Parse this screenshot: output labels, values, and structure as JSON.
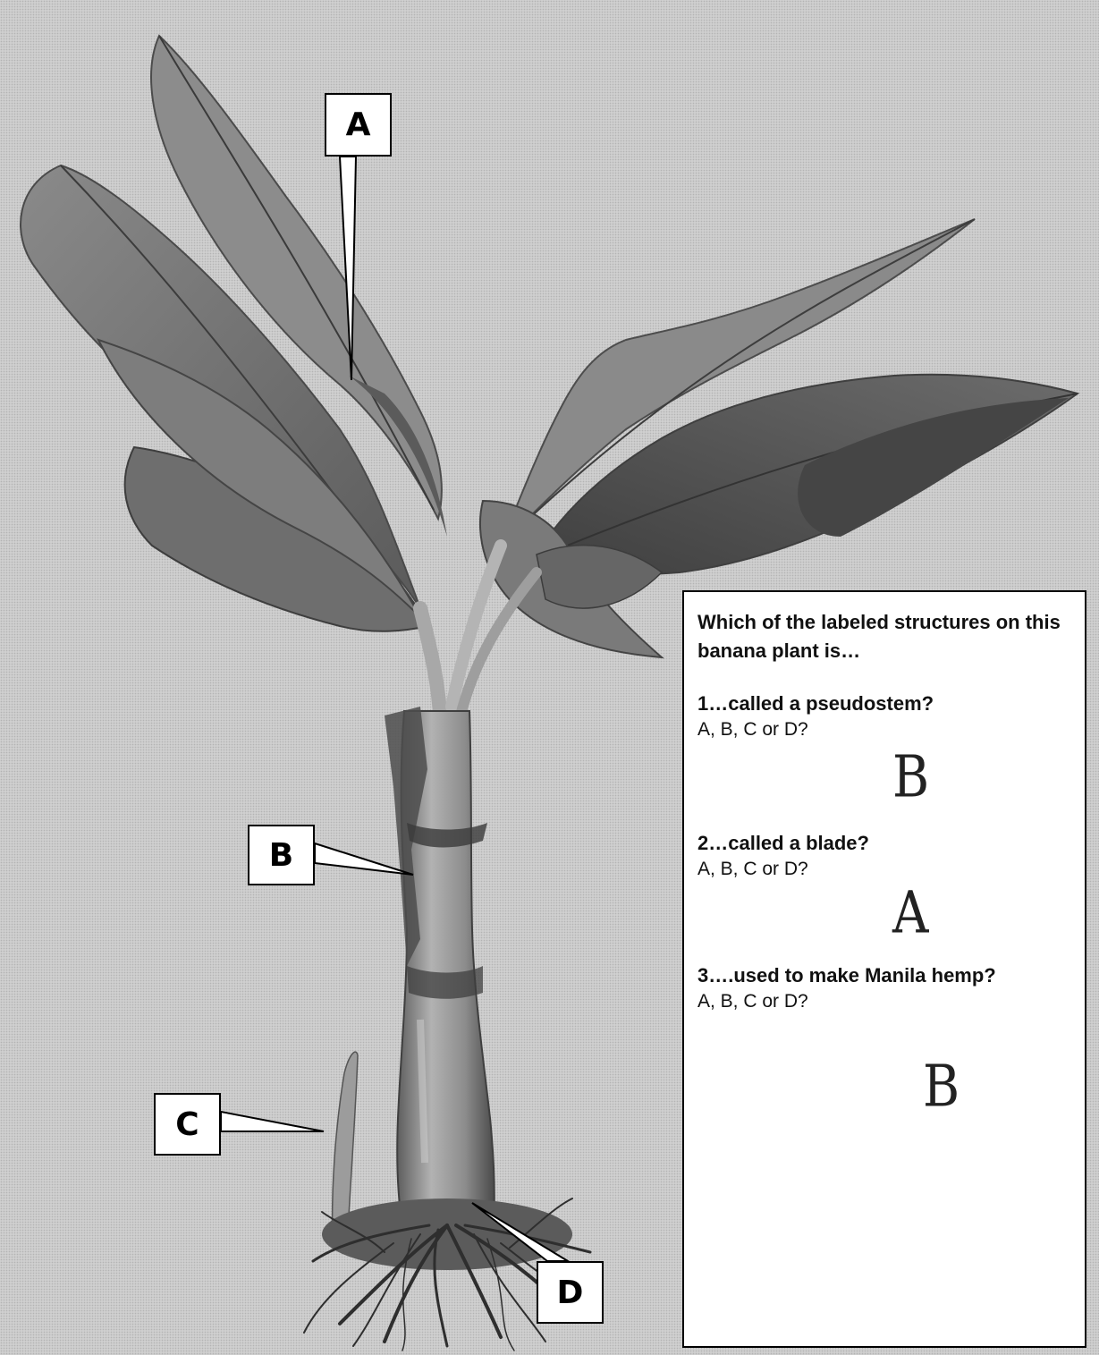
{
  "labels": {
    "a": "A",
    "b": "B",
    "c": "C",
    "d": "D"
  },
  "panel": {
    "intro": "Which of the labeled structures on this banana plant is…",
    "questions": [
      {
        "text": "1…called a pseudostem?",
        "options": "A, B, C or D?",
        "answer": "B"
      },
      {
        "text": "2…called a blade?",
        "options": "A, B, C or D?",
        "answer": "A"
      },
      {
        "text": "3….used to make Manila hemp?",
        "options": "A, B, C or D?",
        "answer": "B"
      }
    ]
  },
  "colors": {
    "background": "#c9c9c9",
    "leaf": "#7a7a7a",
    "leaf_dark": "#4f4f4f",
    "stem": "#9a9a9a",
    "roots": "#2e2e2e"
  }
}
